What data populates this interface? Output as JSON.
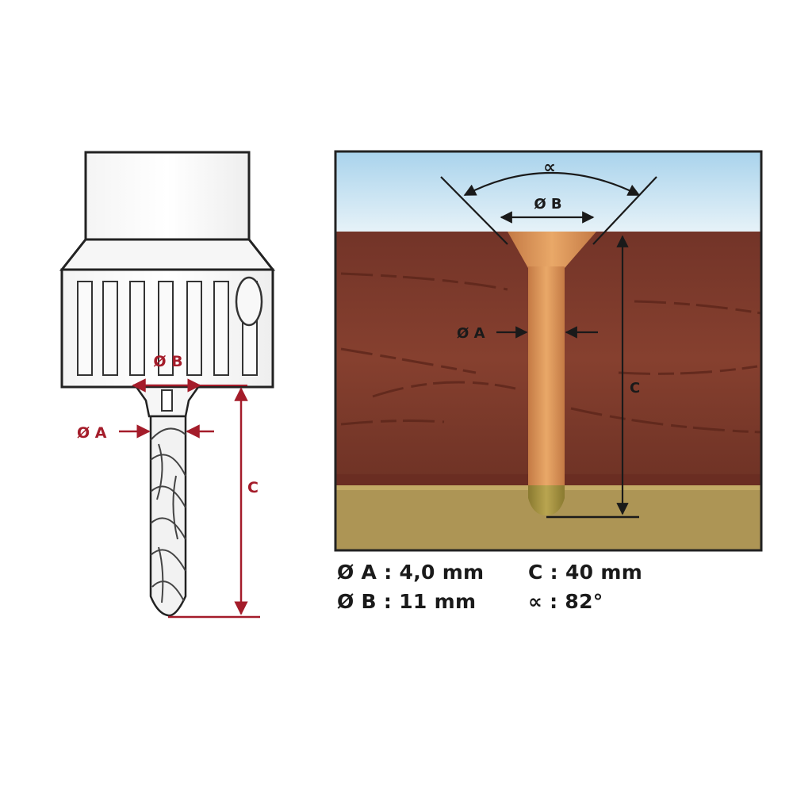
{
  "left_figure": {
    "label_b": "Ø B",
    "label_a": "Ø A",
    "label_c": "C"
  },
  "right_figure": {
    "label_alpha": "∝",
    "label_b": "Ø B",
    "label_a": "Ø A",
    "label_c": "C"
  },
  "specs": {
    "a": "Ø A : 4,0 mm",
    "b": "Ø B : 11 mm",
    "c": "C : 40 mm",
    "alpha": "∝ : 82°"
  },
  "colors": {
    "dimension_red": "#a41c2a",
    "sky": "#cfe6f2",
    "wood": "#7c3a2c",
    "ground": "#ad9555",
    "hole": "#d68e52"
  }
}
